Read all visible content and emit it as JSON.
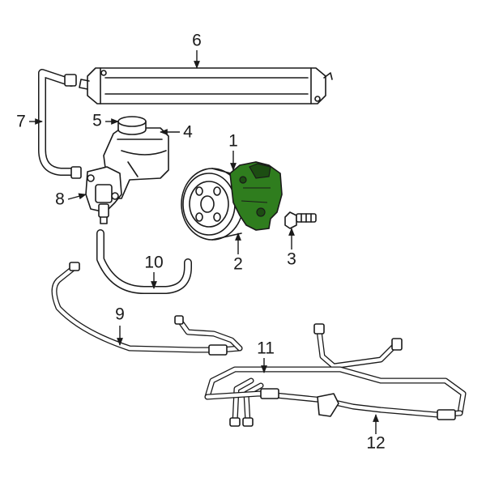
{
  "colors": {
    "highlight": "#2f7d1e",
    "highlight_dark": "#1c4d12",
    "line": "#1a1a1a",
    "background": "#ffffff"
  },
  "callouts": [
    {
      "id": "1",
      "label": "1"
    },
    {
      "id": "2",
      "label": "2"
    },
    {
      "id": "3",
      "label": "3"
    },
    {
      "id": "4",
      "label": "4"
    },
    {
      "id": "5",
      "label": "5"
    },
    {
      "id": "6",
      "label": "6"
    },
    {
      "id": "7",
      "label": "7"
    },
    {
      "id": "8",
      "label": "8"
    },
    {
      "id": "9",
      "label": "9"
    },
    {
      "id": "10",
      "label": "10"
    },
    {
      "id": "11",
      "label": "11"
    },
    {
      "id": "12",
      "label": "12"
    }
  ]
}
